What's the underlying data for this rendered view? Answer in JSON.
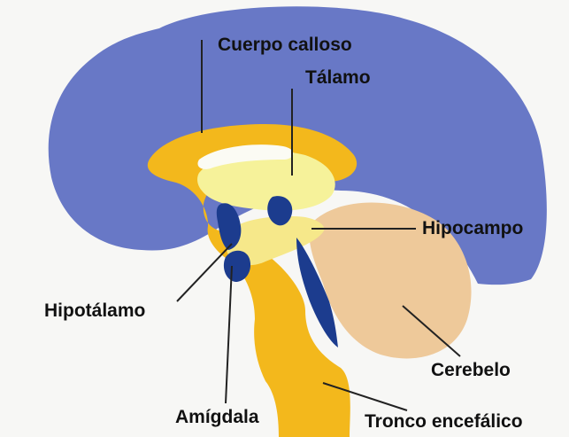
{
  "diagram": {
    "labels": {
      "cuerpo_calloso": "Cuerpo calloso",
      "talamo": "Tálamo",
      "hipocampo": "Hipocampo",
      "hipotalamo": "Hipotálamo",
      "cerebelo": "Cerebelo",
      "amigdala": "Amígdala",
      "tronco": "Tronco encefálico"
    },
    "colors": {
      "cortex": "#6878c6",
      "limbic": "#f3b81c",
      "thalamus": "#f6f29a",
      "ventricle": "#1c3c8e",
      "cerebellum": "#eec99a",
      "leader": "#222222"
    }
  }
}
